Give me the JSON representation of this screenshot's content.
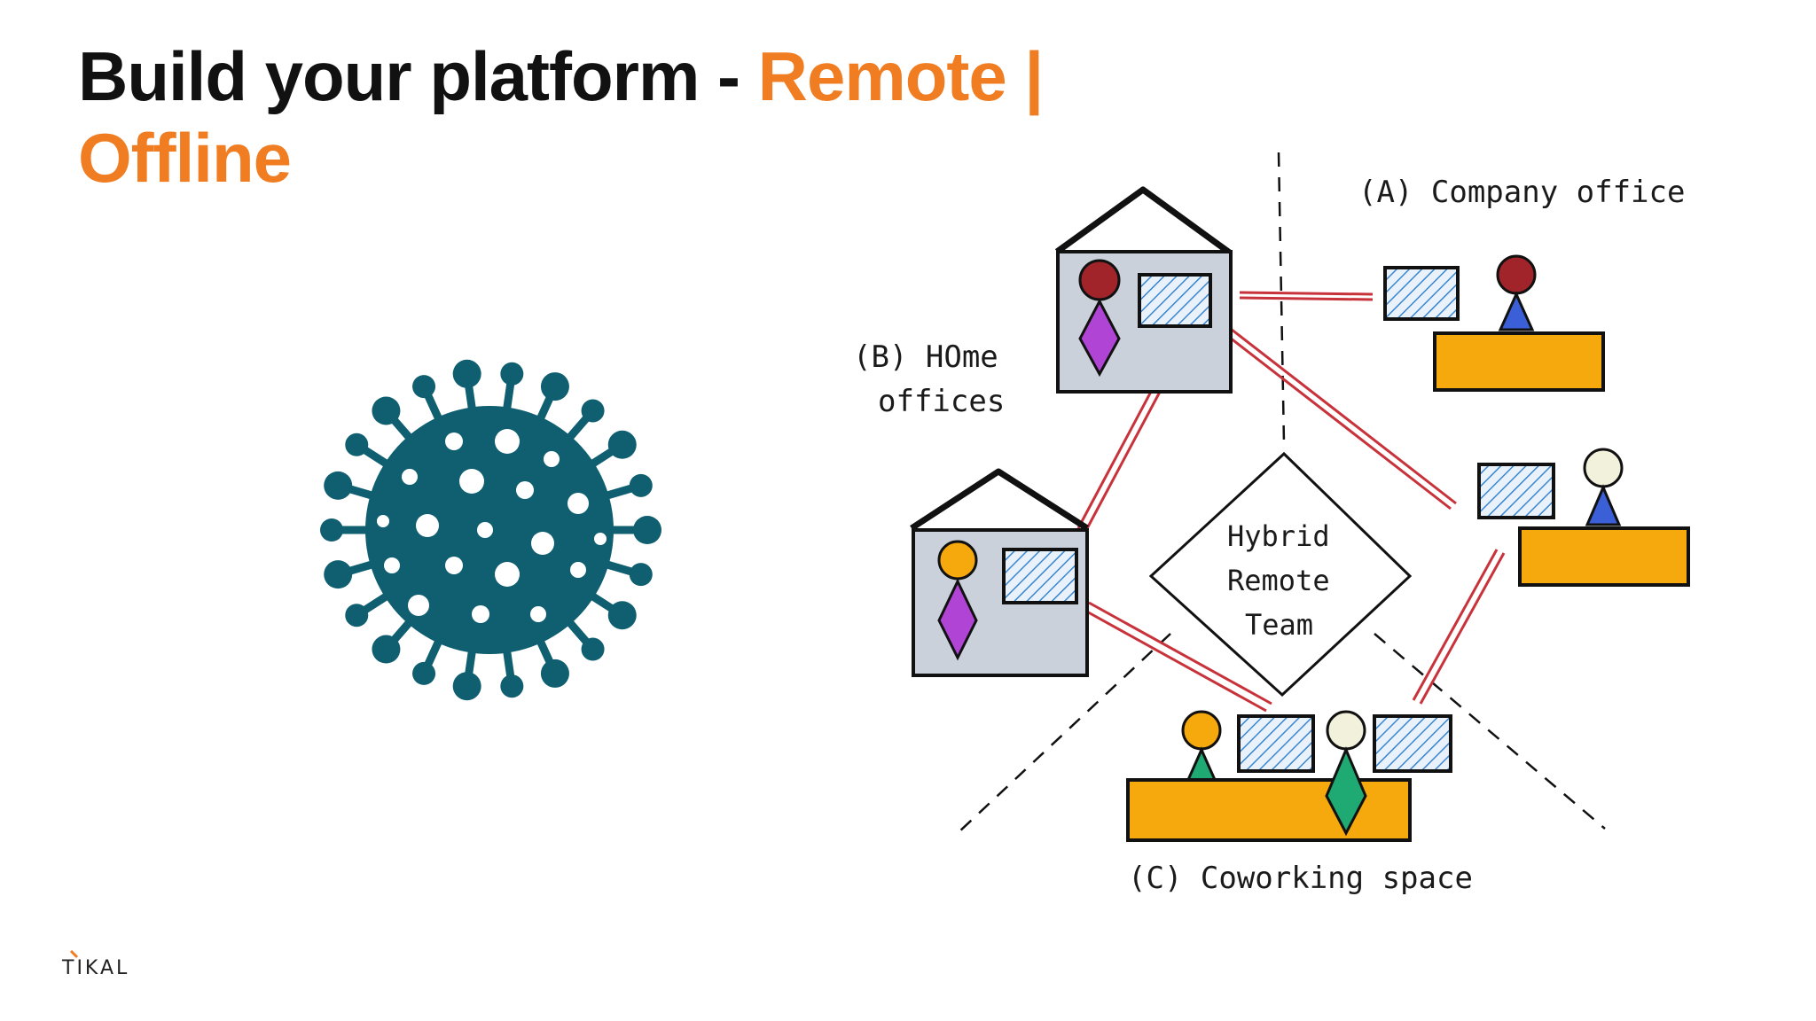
{
  "slide": {
    "title_main": "Build your platform - ",
    "title_accent_1": "Remote |",
    "title_accent_2": "Offline",
    "accent_color": "#f07d22"
  },
  "illustration": {
    "virus_icon": "coronavirus-icon",
    "virus_color": "#0f5f70"
  },
  "diagram": {
    "label_a": "(A) Company office",
    "label_b_line1": "(B) HOme",
    "label_b_line2": "offices",
    "label_c": "(C) Coworking space",
    "center_line1": "Hybrid",
    "center_line2": "Remote",
    "center_line3": "Team",
    "desk_color": "#f5a90c",
    "connection_color": "#c8323a"
  },
  "footer": {
    "logo_text": "TIKAL"
  }
}
